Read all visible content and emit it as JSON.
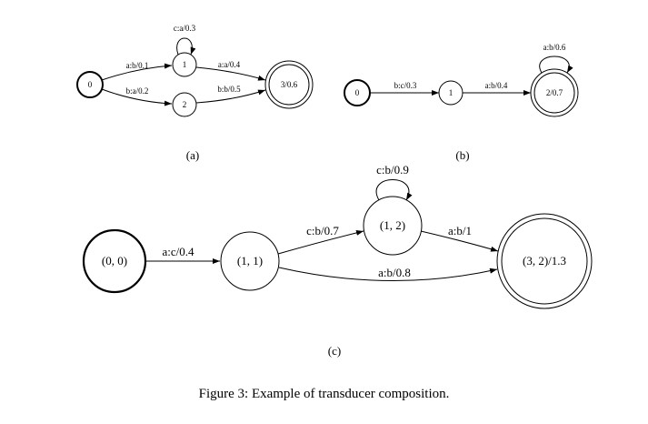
{
  "diagrams": {
    "a": {
      "caption": "(a)",
      "states": {
        "s0": "0",
        "s1": "1",
        "s2": "2",
        "s3": "3/0.6"
      },
      "edges": {
        "e01": "a:b/0.1",
        "e02": "b:a/0.2",
        "e11": "c:a/0.3",
        "e13": "a:a/0.4",
        "e23": "b:b/0.5"
      }
    },
    "b": {
      "caption": "(b)",
      "states": {
        "s0": "0",
        "s1": "1",
        "s2": "2/0.7"
      },
      "edges": {
        "e01": "b:c/0.3",
        "e12": "a:b/0.4",
        "e22": "a:b/0.6"
      }
    },
    "c": {
      "caption": "(c)",
      "states": {
        "s00": "(0, 0)",
        "s11": "(1, 1)",
        "s12": "(1, 2)",
        "s32": "(3, 2)/1.3"
      },
      "edges": {
        "e00_11": "a:c/0.4",
        "e11_12": "c:b/0.7",
        "e12_12": "c:b/0.9",
        "e12_32": "a:b/1",
        "e11_32": "a:b/0.8"
      }
    }
  },
  "figure_caption": "Figure 3: Example of transducer composition."
}
